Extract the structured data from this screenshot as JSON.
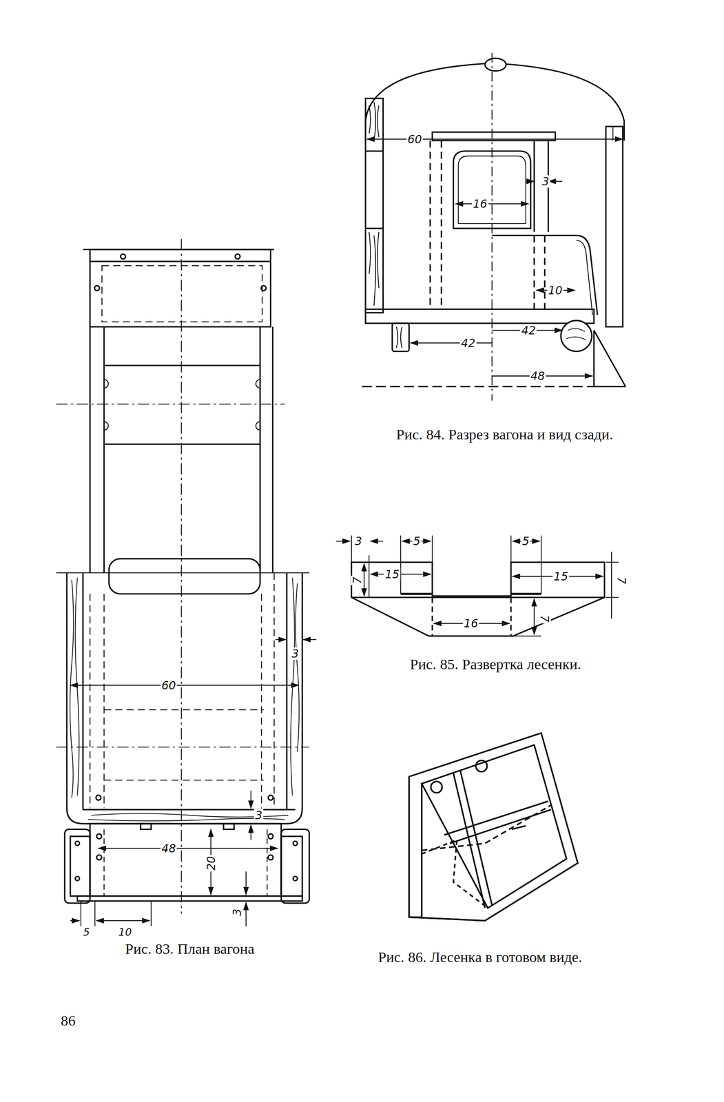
{
  "diagram": {
    "labels": [
      "60",
      "3",
      "16",
      "10",
      "42",
      "42",
      "48",
      "Рис. 84. Разрез вагона и вид сзади.",
      "3",
      "5",
      "5",
      "15",
      "7",
      "15",
      "7",
      "16",
      "7",
      "Рис. 85. Развертка лесенки.",
      "3",
      "60",
      "3",
      "48",
      "20",
      "3",
      "5",
      "10",
      "Рис. 83. План вагона",
      "Рис. 86. Лесенка в готовом виде.",
      "86"
    ]
  }
}
